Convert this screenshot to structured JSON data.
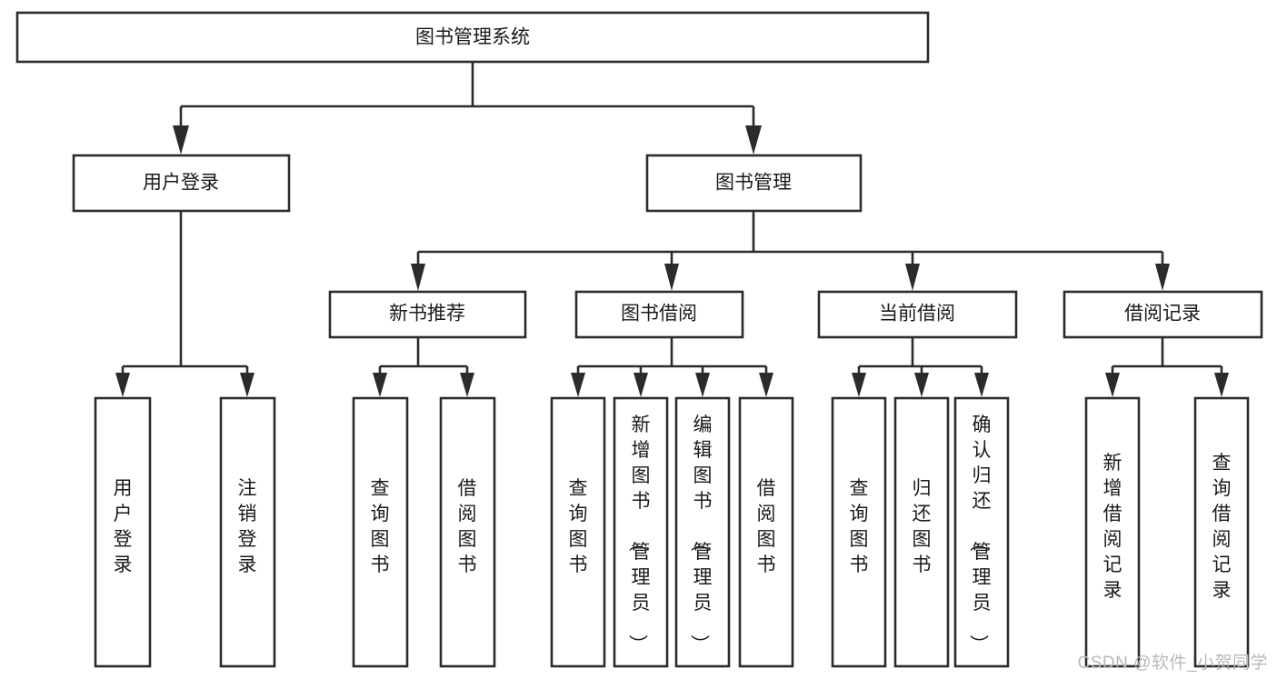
{
  "diagram": {
    "title": "图书管理系统",
    "type": "hierarchy-tree",
    "watermark": "CSDN @软件_小贺同学",
    "colors": {
      "stroke": "#2b2b2b",
      "fill": "#ffffff",
      "text": "#1a1a1a",
      "watermark": "#b9b9b9"
    },
    "root": {
      "id": "root",
      "label": "图书管理系统",
      "orientation": "horizontal"
    },
    "level2": [
      {
        "id": "user-login",
        "label": "用户登录",
        "orientation": "horizontal"
      },
      {
        "id": "book-manage",
        "label": "图书管理",
        "orientation": "horizontal"
      }
    ],
    "level3": [
      {
        "id": "new-book-recommend",
        "label": "新书推荐",
        "orientation": "horizontal",
        "parent": "book-manage"
      },
      {
        "id": "book-borrow",
        "label": "图书借阅",
        "orientation": "horizontal",
        "parent": "book-manage"
      },
      {
        "id": "current-borrow",
        "label": "当前借阅",
        "orientation": "horizontal",
        "parent": "book-manage"
      },
      {
        "id": "borrow-record",
        "label": "借阅记录",
        "orientation": "horizontal",
        "parent": "book-manage"
      }
    ],
    "leaves": [
      {
        "id": "leaf-user-login",
        "label": "用户登录",
        "orientation": "vertical",
        "parent": "user-login"
      },
      {
        "id": "leaf-user-logout",
        "label": "注销登录",
        "orientation": "vertical",
        "parent": "user-login"
      },
      {
        "id": "leaf-query-book-1",
        "label": "查询图书",
        "orientation": "vertical",
        "parent": "new-book-recommend"
      },
      {
        "id": "leaf-borrow-book-1",
        "label": "借阅图书",
        "orientation": "vertical",
        "parent": "new-book-recommend"
      },
      {
        "id": "leaf-query-book-2",
        "label": "查询图书",
        "orientation": "vertical",
        "parent": "book-borrow"
      },
      {
        "id": "leaf-add-book",
        "label": "新增图书（管理员）",
        "orientation": "vertical",
        "parent": "book-borrow"
      },
      {
        "id": "leaf-edit-book",
        "label": "编辑图书（管理员）",
        "orientation": "vertical",
        "parent": "book-borrow"
      },
      {
        "id": "leaf-borrow-book-2",
        "label": "借阅图书",
        "orientation": "vertical",
        "parent": "book-borrow"
      },
      {
        "id": "leaf-query-book-3",
        "label": "查询图书",
        "orientation": "vertical",
        "parent": "current-borrow"
      },
      {
        "id": "leaf-return-book",
        "label": "归还图书",
        "orientation": "vertical",
        "parent": "current-borrow"
      },
      {
        "id": "leaf-confirm-return",
        "label": "确认归还（管理员）",
        "orientation": "vertical",
        "parent": "current-borrow"
      },
      {
        "id": "leaf-add-record",
        "label": "新增借阅记录",
        "orientation": "vertical",
        "parent": "borrow-record"
      },
      {
        "id": "leaf-query-record",
        "label": "查询借阅记录",
        "orientation": "vertical",
        "parent": "borrow-record"
      }
    ]
  }
}
